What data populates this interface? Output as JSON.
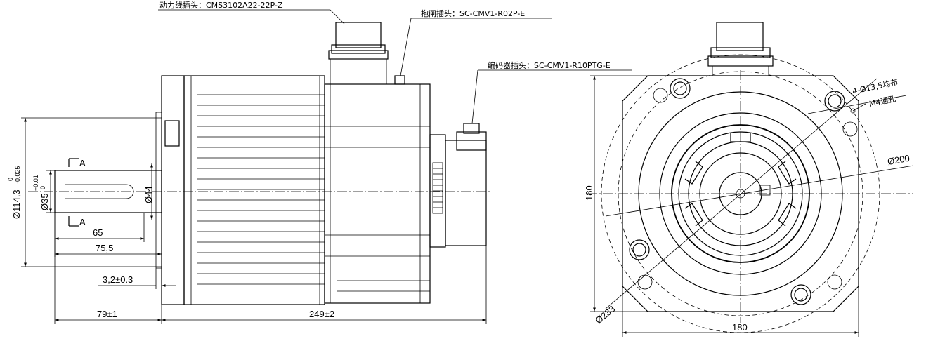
{
  "callouts": {
    "power_connector": "动力线插头：CMS3102A22-22P-Z",
    "brake_connector": "抱闸插头：SC-CMV1-R02P-E",
    "encoder_connector": "编码器插头：SC-CMV1-R10PTG-E"
  },
  "side_view": {
    "section_mark_top": "A",
    "section_mark_bottom": "A",
    "flange_pilot_dia": "Ø114,3",
    "flange_pilot_tol_upper": "0",
    "flange_pilot_tol_lower": "-0.025",
    "shaft_dia": "Ø35",
    "shaft_tol_upper": "+0.01",
    "shaft_tol_lower": "0",
    "boss_dia": "Ø44",
    "key_length": "65",
    "shaft_length": "75,5",
    "flange_thickness": "3,2±0.3",
    "shaft_projection": "79±1",
    "body_length": "249±2"
  },
  "front_view": {
    "mount_holes": "4-Ø13,5均布",
    "tapped_hole": "M4通孔",
    "bolt_circle": "Ø200",
    "outer_circle": "Ø233",
    "height": "180",
    "width": "180"
  }
}
